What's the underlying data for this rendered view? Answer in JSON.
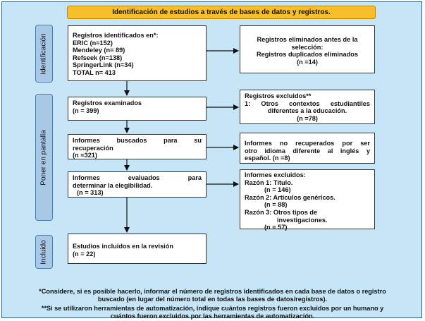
{
  "title": "Identificación de estudios a través de bases de datos y registros.",
  "phases": {
    "identificacion": "Identificación",
    "cribado": "Poner en pantalla",
    "incluido": "Incluido"
  },
  "boxes": {
    "identified": [
      "Registros identificados en*:",
      "ERIC (n=152)",
      "Mendeley (n= 89)",
      "Refseek (n=138)",
      "SpringerLink (n=34)",
      "TOTAL n= 413"
    ],
    "removed": [
      "Registros eliminados antes de la",
      "selección:",
      "Registros duplicados eliminados",
      "(n =14)"
    ],
    "screened": [
      "Registros examinados",
      "(n = 399)"
    ],
    "excluded": [
      "Registros excluidos**",
      "1: Otros contextos estudiantiles",
      "diferentes a la educación.",
      "(n =78)"
    ],
    "sought": [
      "Informes buscados para su",
      "recuperación",
      "(n =321)"
    ],
    "not_retrieved": [
      "Informes no recuperados por ser",
      "otro idioma diferente al inglés y",
      "español. (n =8)"
    ],
    "assessed": [
      "Informes evaluados para",
      "determinar la elegibilidad.",
      "(n = 313)"
    ],
    "reports_excluded": [
      "Informes excluidos:",
      "Razón 1: Título.",
      "(n = 146)",
      "Razón 2: Artículos genéricos.",
      "(n = 88)",
      "Razón 3: Otros tipos de",
      "investigaciones.",
      "(n = 57)"
    ],
    "included": [
      "Estudios incluidos en la revisión",
      "(n = 22)"
    ]
  },
  "notes": [
    "*Considere, si es posible hacerlo, informar el número de registros identificados en cada base de datos o registro",
    "buscado (en lugar del número total en todas las bases de datos/registros).",
    "**Si se utilizaron herramientas de automatización, indique cuántos registros fueron excluidos por un humano y",
    "cuántos fueron excluidos por las herramientas de automatización."
  ],
  "colors": {
    "background": "#c6e5f7",
    "banner": "#f7c02b",
    "phase": "#a9c8e6",
    "box": "#ffffff"
  }
}
